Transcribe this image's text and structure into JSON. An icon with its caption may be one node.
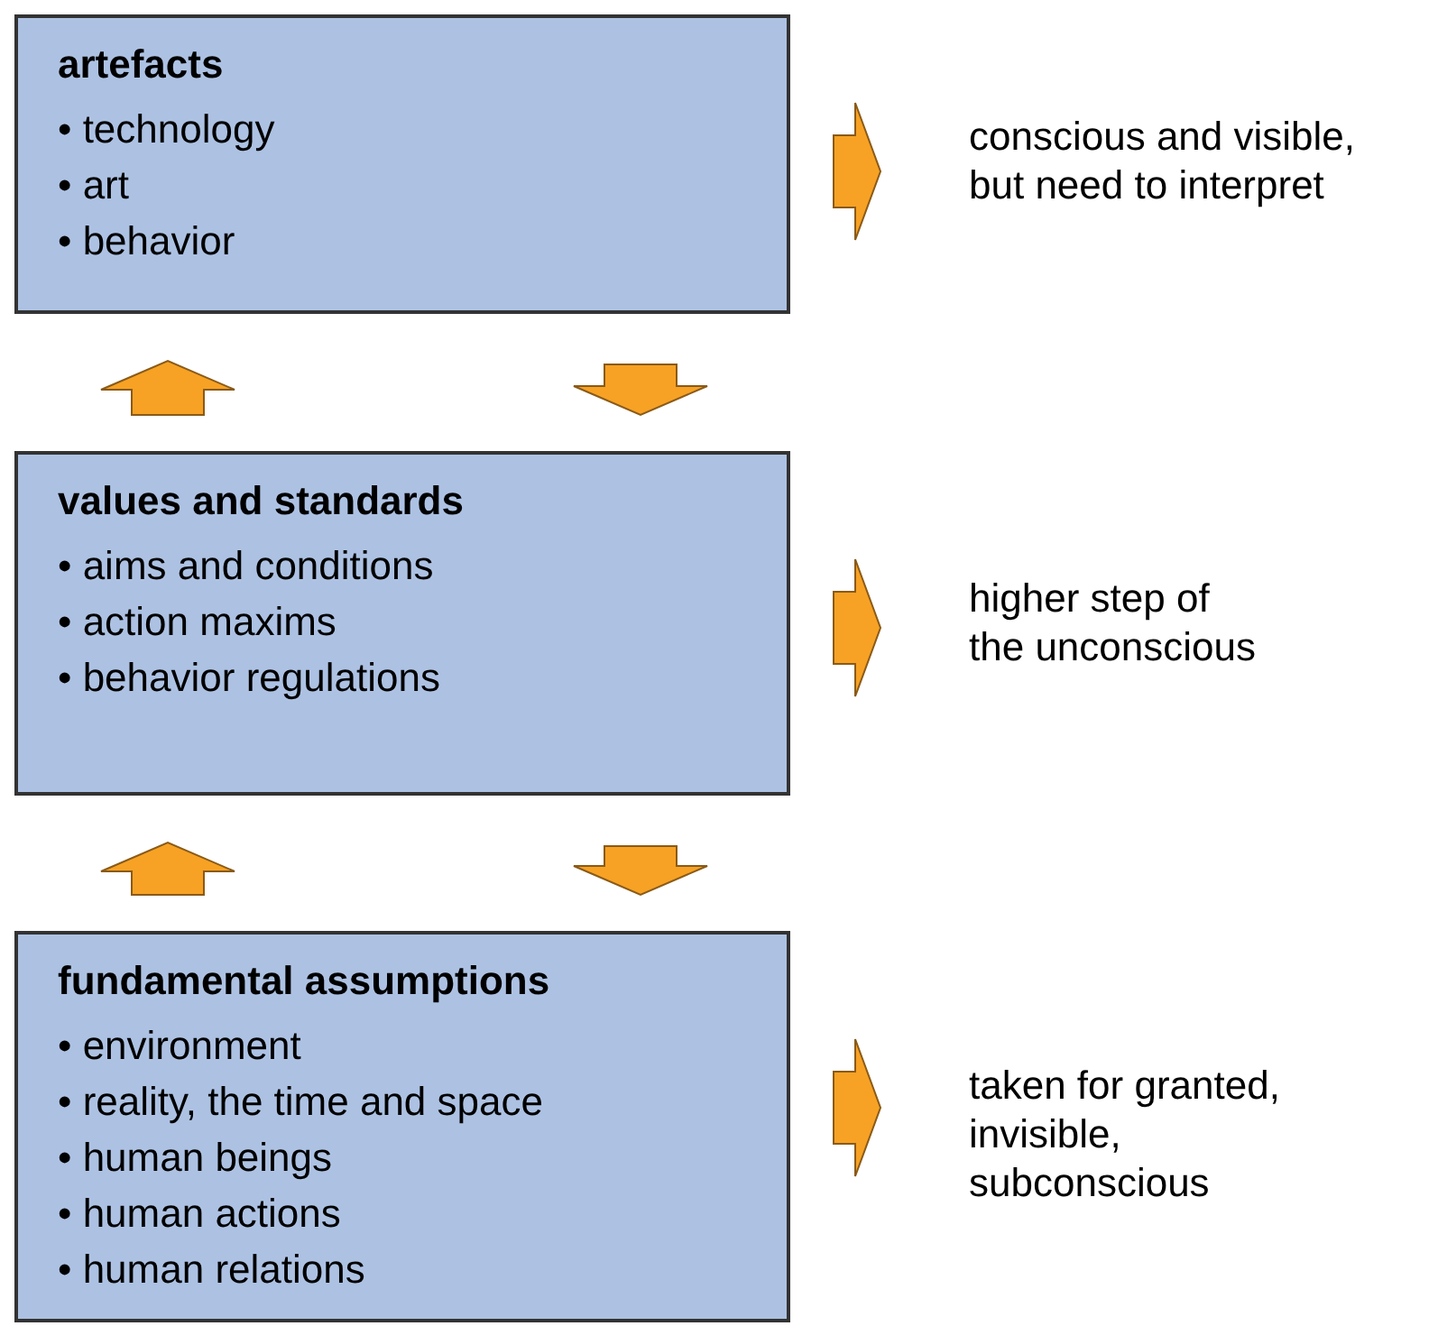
{
  "diagram": {
    "nodes": [
      {
        "text": [
          "artefacts",
          "• technology",
          "• art",
          "• behavior"
        ]
      },
      {
        "text": [
          "values and standards",
          "• aims and conditions",
          "• action maxims",
          "• behavior regulations"
        ]
      },
      {
        "text": [
          "fundamental assumptions",
          "• environment",
          "• reality, the time and space",
          "• human beings",
          "• human actions",
          "• human relations"
        ]
      },
      {
        "text": [
          "conscious and visible, but need to interpret"
        ]
      },
      {
        "text": [
          "higher step of the unconscious"
        ]
      },
      {
        "text": [
          "taken for granted, invisible, subconscious"
        ]
      }
    ],
    "edges": [
      {
        "from": 1,
        "to": 0,
        "arrow": "to"
      },
      {
        "from": 0,
        "to": 1,
        "arrow": "to"
      },
      {
        "from": 2,
        "to": 1,
        "arrow": "to"
      },
      {
        "from": 1,
        "to": 2,
        "arrow": "to"
      },
      {
        "from": 0,
        "to": 3,
        "arrow": "to"
      },
      {
        "from": 1,
        "to": 4,
        "arrow": "to"
      },
      {
        "from": 2,
        "to": 5,
        "arrow": "to"
      }
    ]
  }
}
